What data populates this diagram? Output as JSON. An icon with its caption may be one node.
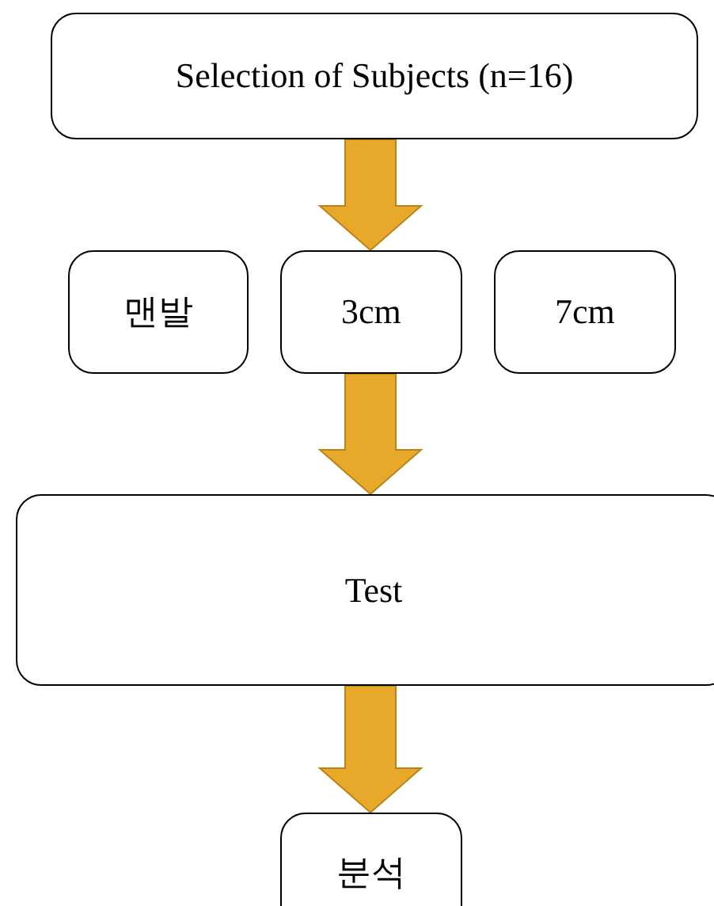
{
  "diagram": {
    "nodes": [
      {
        "text": [
          "Selection of Subjects (n=16)"
        ]
      },
      {
        "text": [
          "맨발"
        ]
      },
      {
        "text": [
          "3cm"
        ]
      },
      {
        "text": [
          "7cm"
        ]
      },
      {
        "text": [
          "Test"
        ]
      },
      {
        "text": [
          "분석"
        ]
      }
    ],
    "edges": [
      {
        "from": 0,
        "to": 2,
        "arrow": "to"
      },
      {
        "from": 2,
        "to": 4,
        "arrow": "to"
      },
      {
        "from": 4,
        "to": 5,
        "arrow": "to"
      }
    ]
  }
}
